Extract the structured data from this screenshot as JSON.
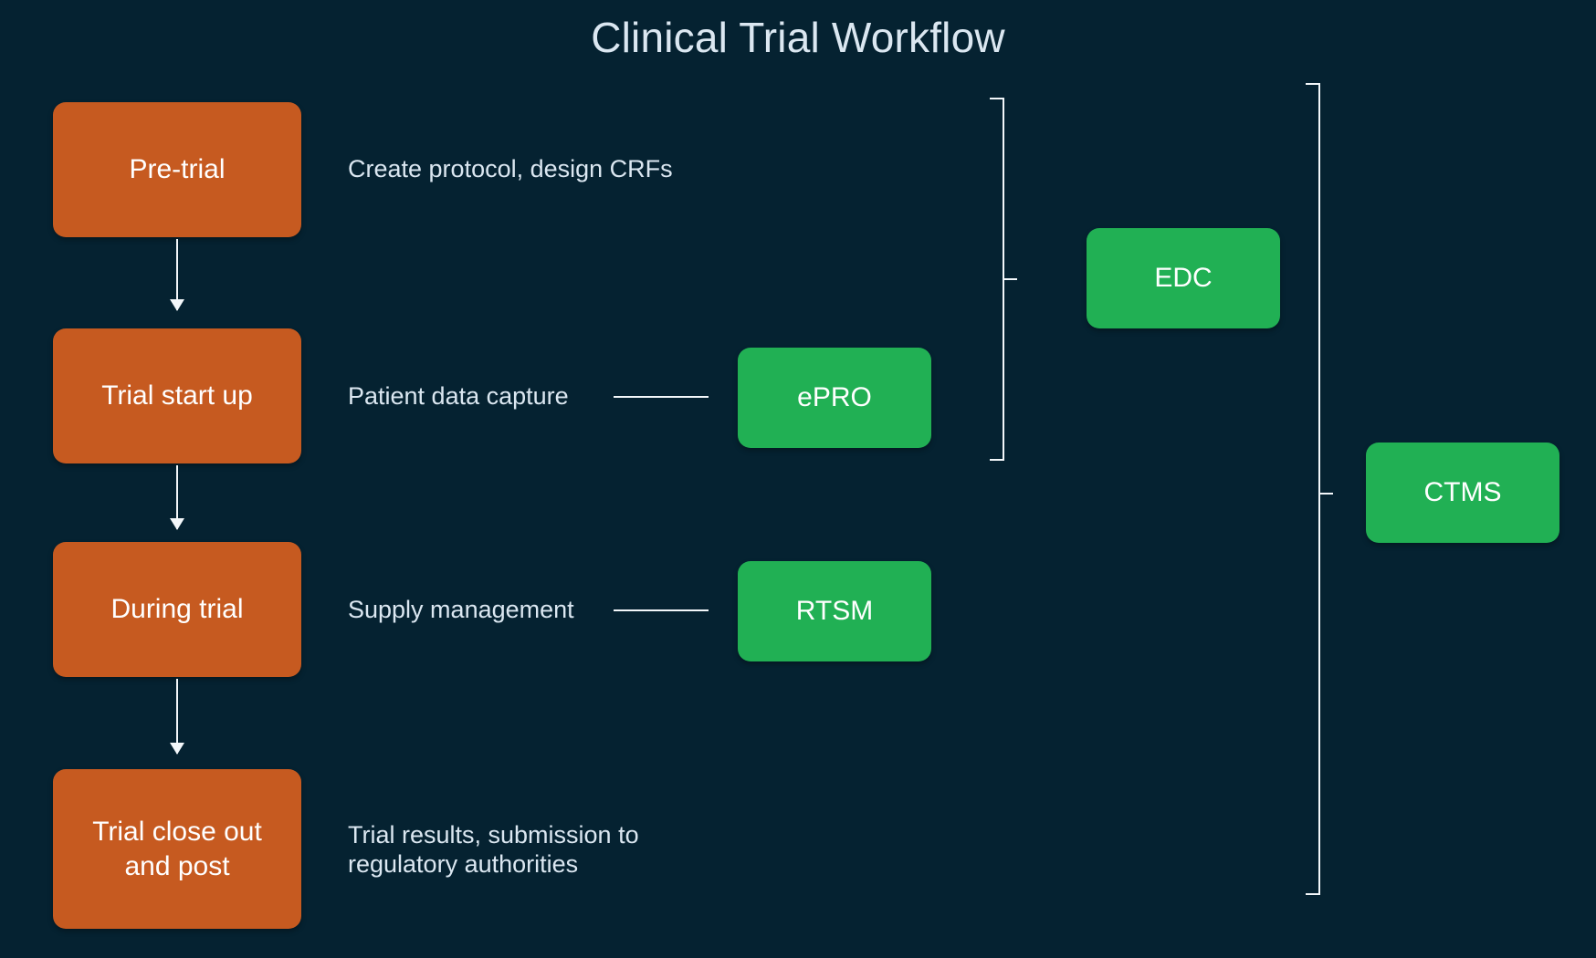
{
  "page": {
    "title": "Clinical Trial Workflow",
    "background_color": "#052231",
    "stage_color": "#c65a20",
    "system_color": "#21b054",
    "text_color": "#dbe7f1",
    "line_color": "#f3f7fa"
  },
  "stages": [
    {
      "label": "Pre-trial",
      "description": "Create protocol, design CRFs"
    },
    {
      "label": "Trial start up",
      "description": "Patient data capture"
    },
    {
      "label": "During trial",
      "description": "Supply management"
    },
    {
      "label": "Trial close out\nand post",
      "description": "Trial results, submission to\nregulatory authorities"
    }
  ],
  "systems": [
    {
      "label": "ePRO"
    },
    {
      "label": "RTSM"
    },
    {
      "label": "EDC"
    },
    {
      "label": "CTMS"
    }
  ]
}
